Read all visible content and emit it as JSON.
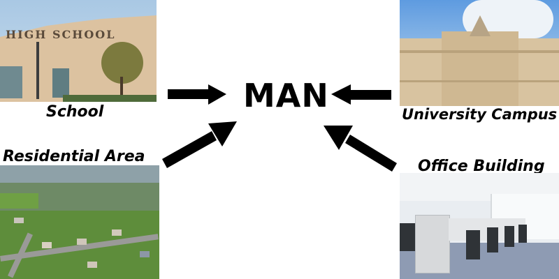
{
  "center": {
    "label": "MAN"
  },
  "nodes": [
    {
      "id": "school",
      "label": "School",
      "photo": "high-school-building",
      "sign_text": "HIGH SCHOOL"
    },
    {
      "id": "university",
      "label": "University Campus",
      "photo": "university-building"
    },
    {
      "id": "residential",
      "label": "Residential Area",
      "photo": "aerial-suburb"
    },
    {
      "id": "office",
      "label": "Office Building",
      "photo": "open-plan-office"
    }
  ],
  "arrows": [
    {
      "from": "school",
      "to": "center",
      "direction": "right"
    },
    {
      "from": "university",
      "to": "center",
      "direction": "left"
    },
    {
      "from": "residential",
      "to": "center",
      "direction": "up-right"
    },
    {
      "from": "office",
      "to": "center",
      "direction": "up-left"
    }
  ],
  "colors": {
    "arrow": "#000000",
    "text": "#000000",
    "background": "#ffffff"
  }
}
